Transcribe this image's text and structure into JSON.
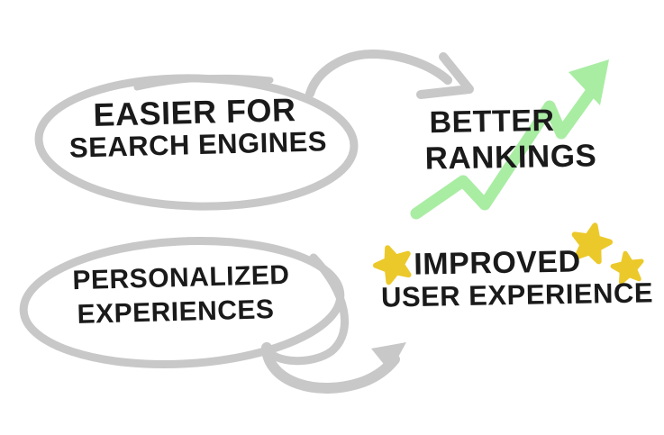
{
  "nodes": {
    "easier": {
      "line1": "EASIER FOR",
      "line2": "SEARCH ENGINES"
    },
    "better": {
      "line1": "BETTER",
      "line2": "RANKINGS"
    },
    "personalized": {
      "line1": "PERSONALIZED",
      "line2": "EXPERIENCES"
    },
    "improved": {
      "line1": "IMPROVED",
      "line2": "USER EXPERIENCE"
    }
  },
  "connections": [
    {
      "from": "EASIER FOR SEARCH ENGINES",
      "to": "BETTER RANKINGS",
      "style": "hand-drawn gray curved arrow"
    },
    {
      "from": "PERSONALIZED EXPERIENCES",
      "to": "IMPROVED USER EXPERIENCE",
      "style": "hand-drawn gray curved arrow with loop"
    }
  ],
  "icons": {
    "trend_arrow": "green-trend-up-zigzag-arrow",
    "stars": "three yellow hand-drawn stars"
  },
  "colors": {
    "background": "#ffffff",
    "sketch_gray": "#c8c8c8",
    "text": "#1a1a1a",
    "trend_green": "#a9eda3",
    "star_yellow": "#ecc92a"
  }
}
